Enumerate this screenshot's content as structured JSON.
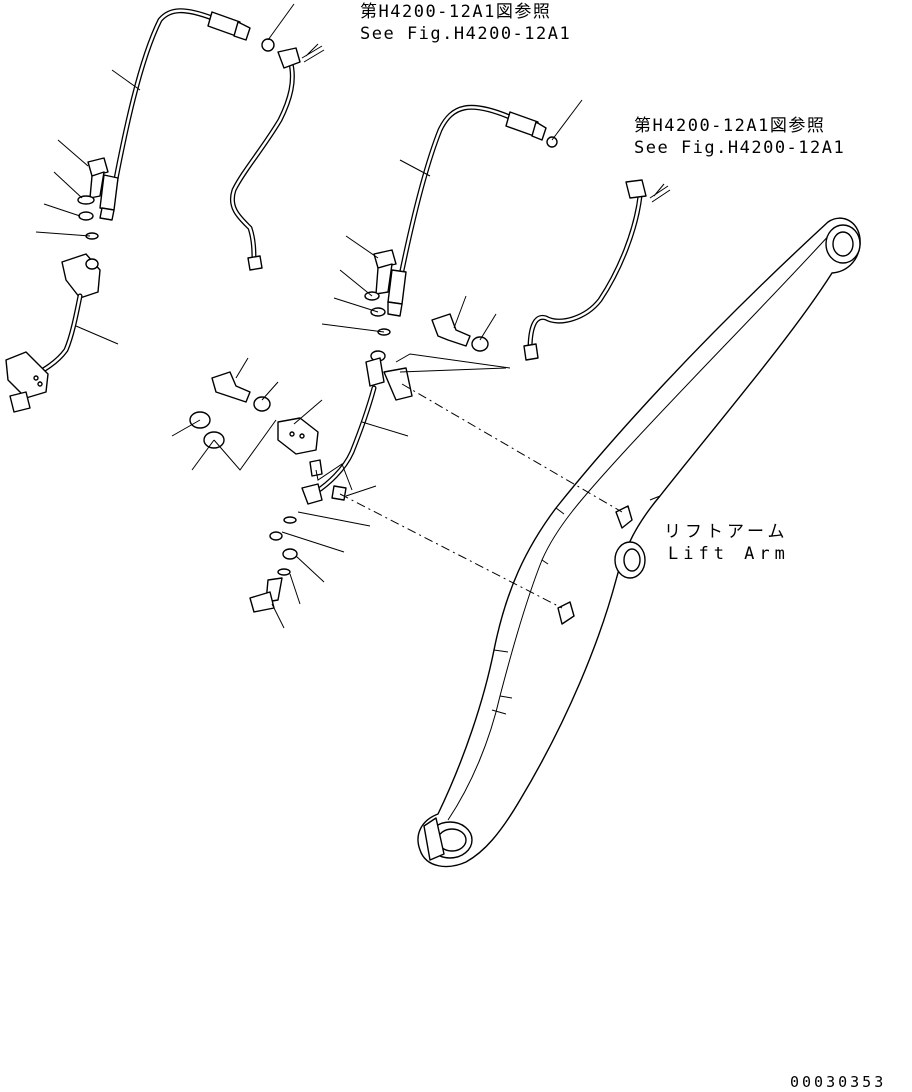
{
  "references": [
    {
      "jp": "第H4200-12A1図参照",
      "en": "See Fig.H4200-12A1"
    },
    {
      "jp": "第H4200-12A1図参照",
      "en": "See Fig.H4200-12A1"
    }
  ],
  "part_label": {
    "jp": "リフトアーム",
    "en": "Lift Arm"
  },
  "drawing_code": "00030353"
}
